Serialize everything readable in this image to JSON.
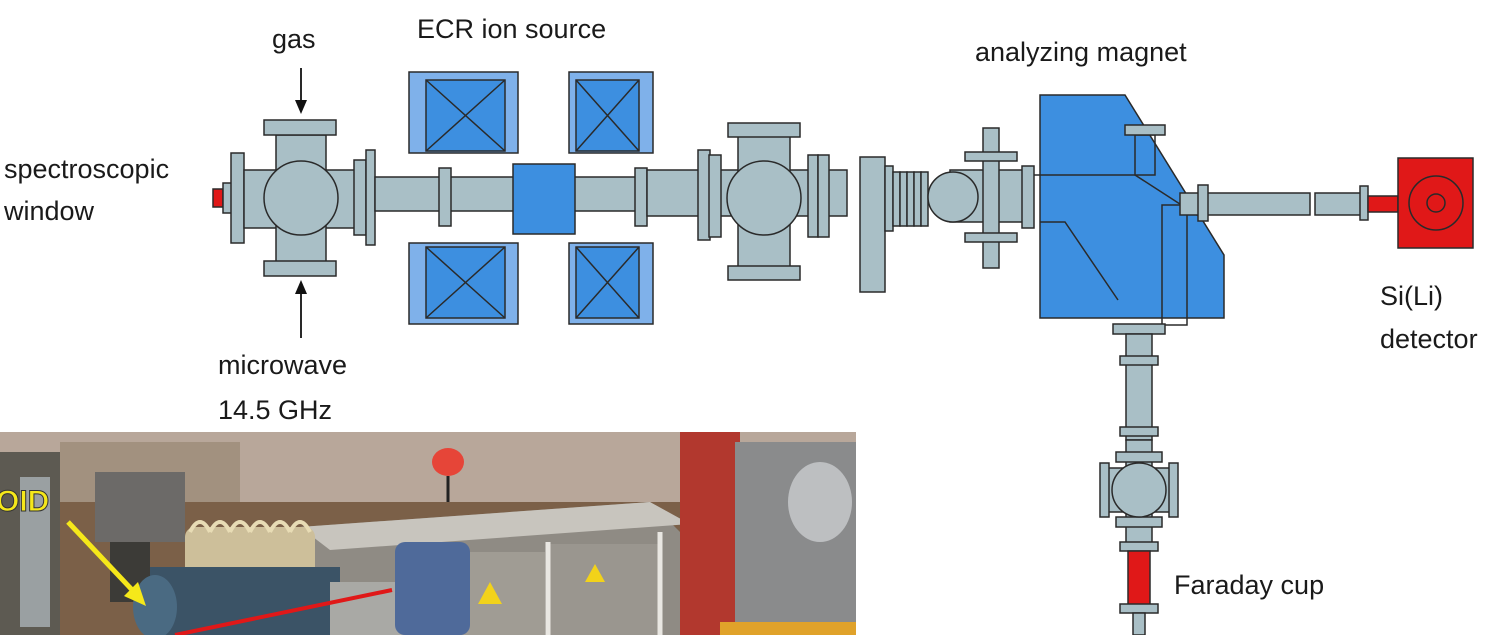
{
  "diagram": {
    "labels": {
      "ecr_ion_source": "ECR ion source",
      "gas": "gas",
      "spectroscopic_line1": "spectroscopic",
      "spectroscopic_line2": "window",
      "microwave_line1": "microwave",
      "microwave_line2": "14.5 GHz",
      "analyzing_magnet": "analyzing magnet",
      "detector_line1": "Si(Li)",
      "detector_line2": "detector",
      "faraday_cup": "Faraday cup"
    },
    "colors": {
      "pipe": "#a9bfc6",
      "coil_fill": "#3d8fe0",
      "coil_frame": "#7fb1ea",
      "magnet": "#3d8fe0",
      "detector": "#e01818",
      "outline": "#2a2a2a"
    }
  },
  "photo": {
    "callout_text": "OID",
    "colors": {
      "callout_text": "#f5e81a",
      "arrow": "#f5e81a",
      "beamline": "#e01818"
    }
  }
}
